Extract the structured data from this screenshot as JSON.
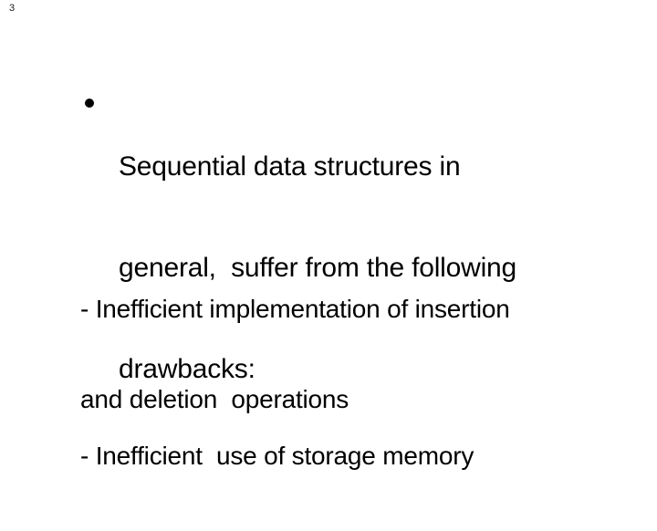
{
  "slide": {
    "number": "3",
    "background_color": "#ffffff",
    "text_color": "#000000"
  },
  "bullet_item": {
    "lines": {
      "0": "Sequential data structures in",
      "1": "general,  suffer from the following",
      "2": "drawbacks:"
    }
  },
  "drawbacks": {
    "insertion_deletion": {
      "lines": {
        "0": "- Inefficient implementation of insertion",
        "1": "and deletion  operations"
      }
    },
    "storage_memory": {
      "lines": {
        "0": "- Inefficient  use of storage memory"
      }
    }
  }
}
